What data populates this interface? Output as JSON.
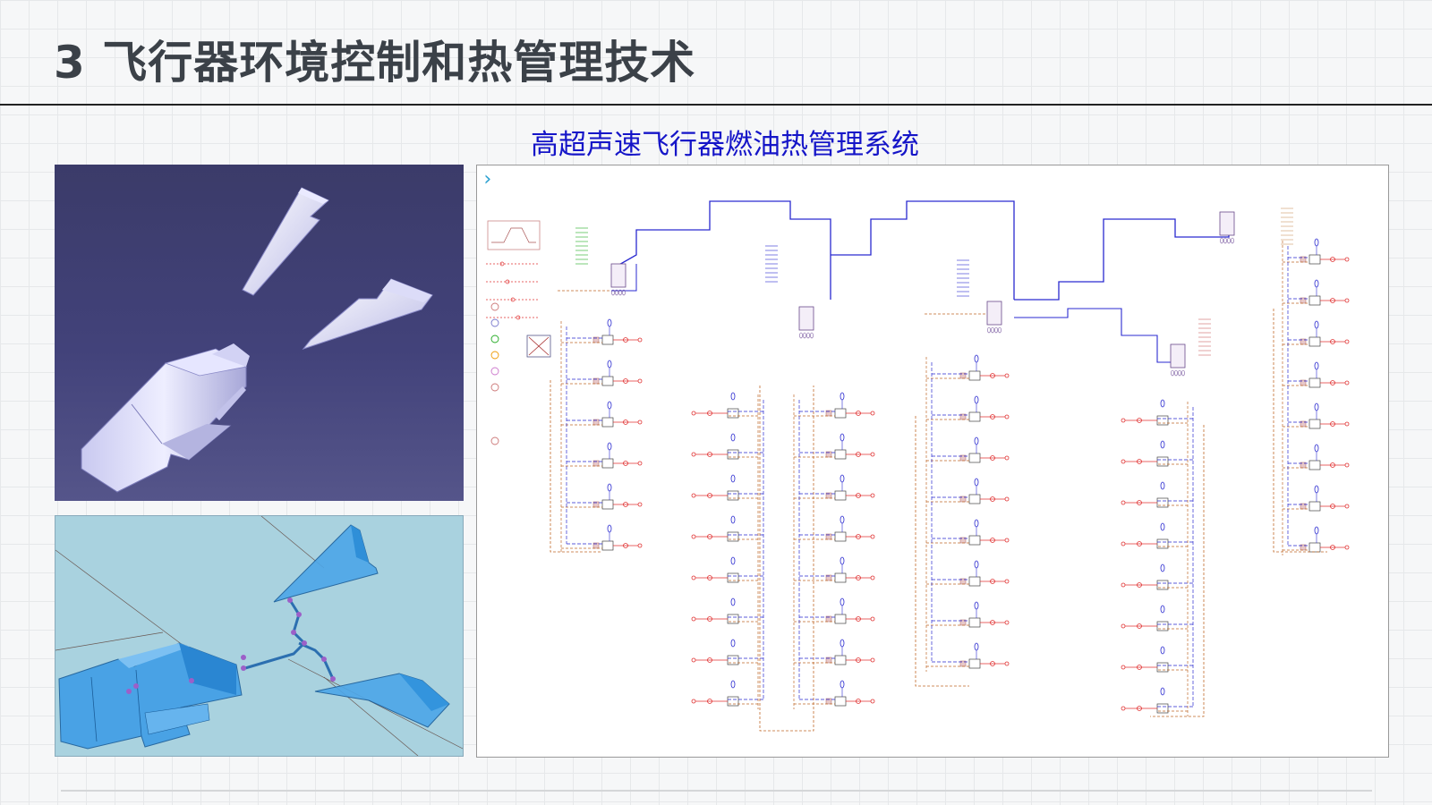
{
  "slide": {
    "title": "3 飞行器环境控制和热管理技术",
    "subtitle": "高超声速飞行器燃油热管理系统",
    "expand_marker": "›"
  },
  "colors": {
    "title_text": "#3b4148",
    "subtitle_text": "#1515c8",
    "pipe_fuel": "#2a2ad0",
    "pipe_coolant": "#c06a2a",
    "component_red": "#e03030"
  },
  "panels": [
    {
      "id": "cad-model",
      "description_icon": "aircraft-3d-model"
    },
    {
      "id": "pipe-layout",
      "description_icon": "aircraft-pipe-network"
    },
    {
      "id": "schematic",
      "description_icon": "fuel-thermal-schematic"
    }
  ]
}
